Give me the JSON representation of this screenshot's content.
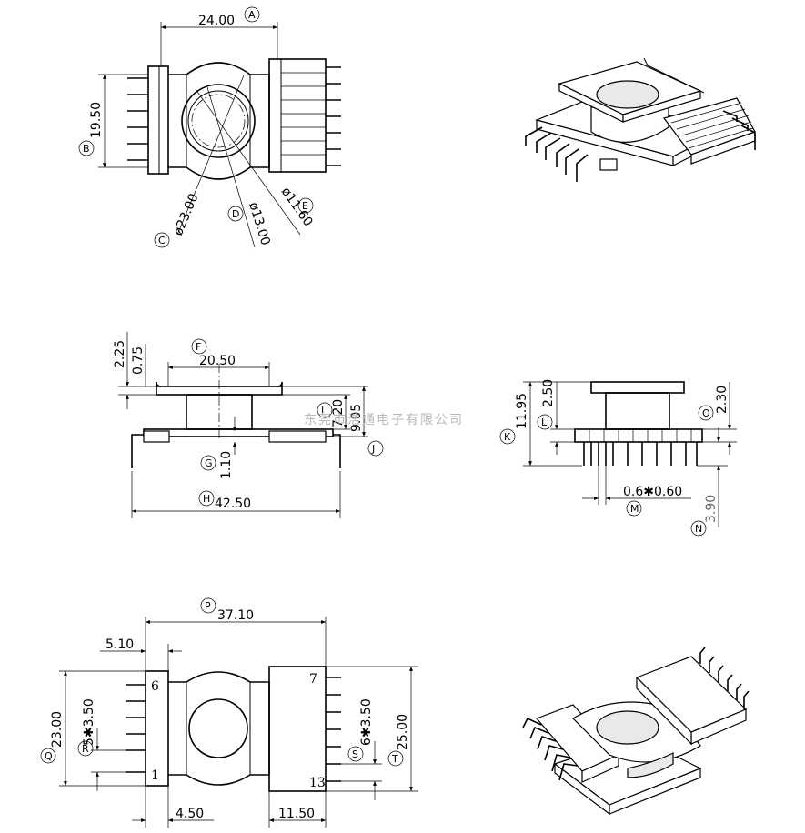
{
  "watermark": "东莞市浩通电子有限公司",
  "dimensions": {
    "A": {
      "label": "A",
      "value": "24.00"
    },
    "B": {
      "label": "B",
      "value": "19.50"
    },
    "C": {
      "label": "C",
      "value": "ø23.00"
    },
    "D": {
      "label": "D",
      "value": "ø13.00"
    },
    "E": {
      "label": "E",
      "value": "ø11.60"
    },
    "F": {
      "label": "F",
      "value": "20.50"
    },
    "G": {
      "label": "G",
      "value": "1.10"
    },
    "H": {
      "label": "H",
      "value": "42.50"
    },
    "I": {
      "label": "I",
      "value": "7.20"
    },
    "J": {
      "label": "J",
      "value": "9.05"
    },
    "K": {
      "label": "K",
      "value": "11.95"
    },
    "L": {
      "label": "L",
      "value": "2.50"
    },
    "M": {
      "label": "M",
      "value": "0.6✱0.60"
    },
    "N": {
      "label": "N",
      "value": "3.90"
    },
    "O": {
      "label": "O",
      "value": "2.30"
    },
    "P": {
      "label": "P",
      "value": "37.10"
    },
    "Q": {
      "label": "Q",
      "value": "23.00"
    },
    "R": {
      "label": "R",
      "value": "5✱3.50"
    },
    "S": {
      "label": "S",
      "value": "6✱3.50"
    },
    "T": {
      "label": "T",
      "value": "25.00"
    }
  },
  "side_dims": {
    "d225": "2.25",
    "d075": "0.75"
  },
  "bottom_dims": {
    "d510": "5.10",
    "d450": "4.50",
    "d1150": "11.50"
  },
  "pins": {
    "p6": "6",
    "p1": "1",
    "p7": "7",
    "p13": "13"
  }
}
